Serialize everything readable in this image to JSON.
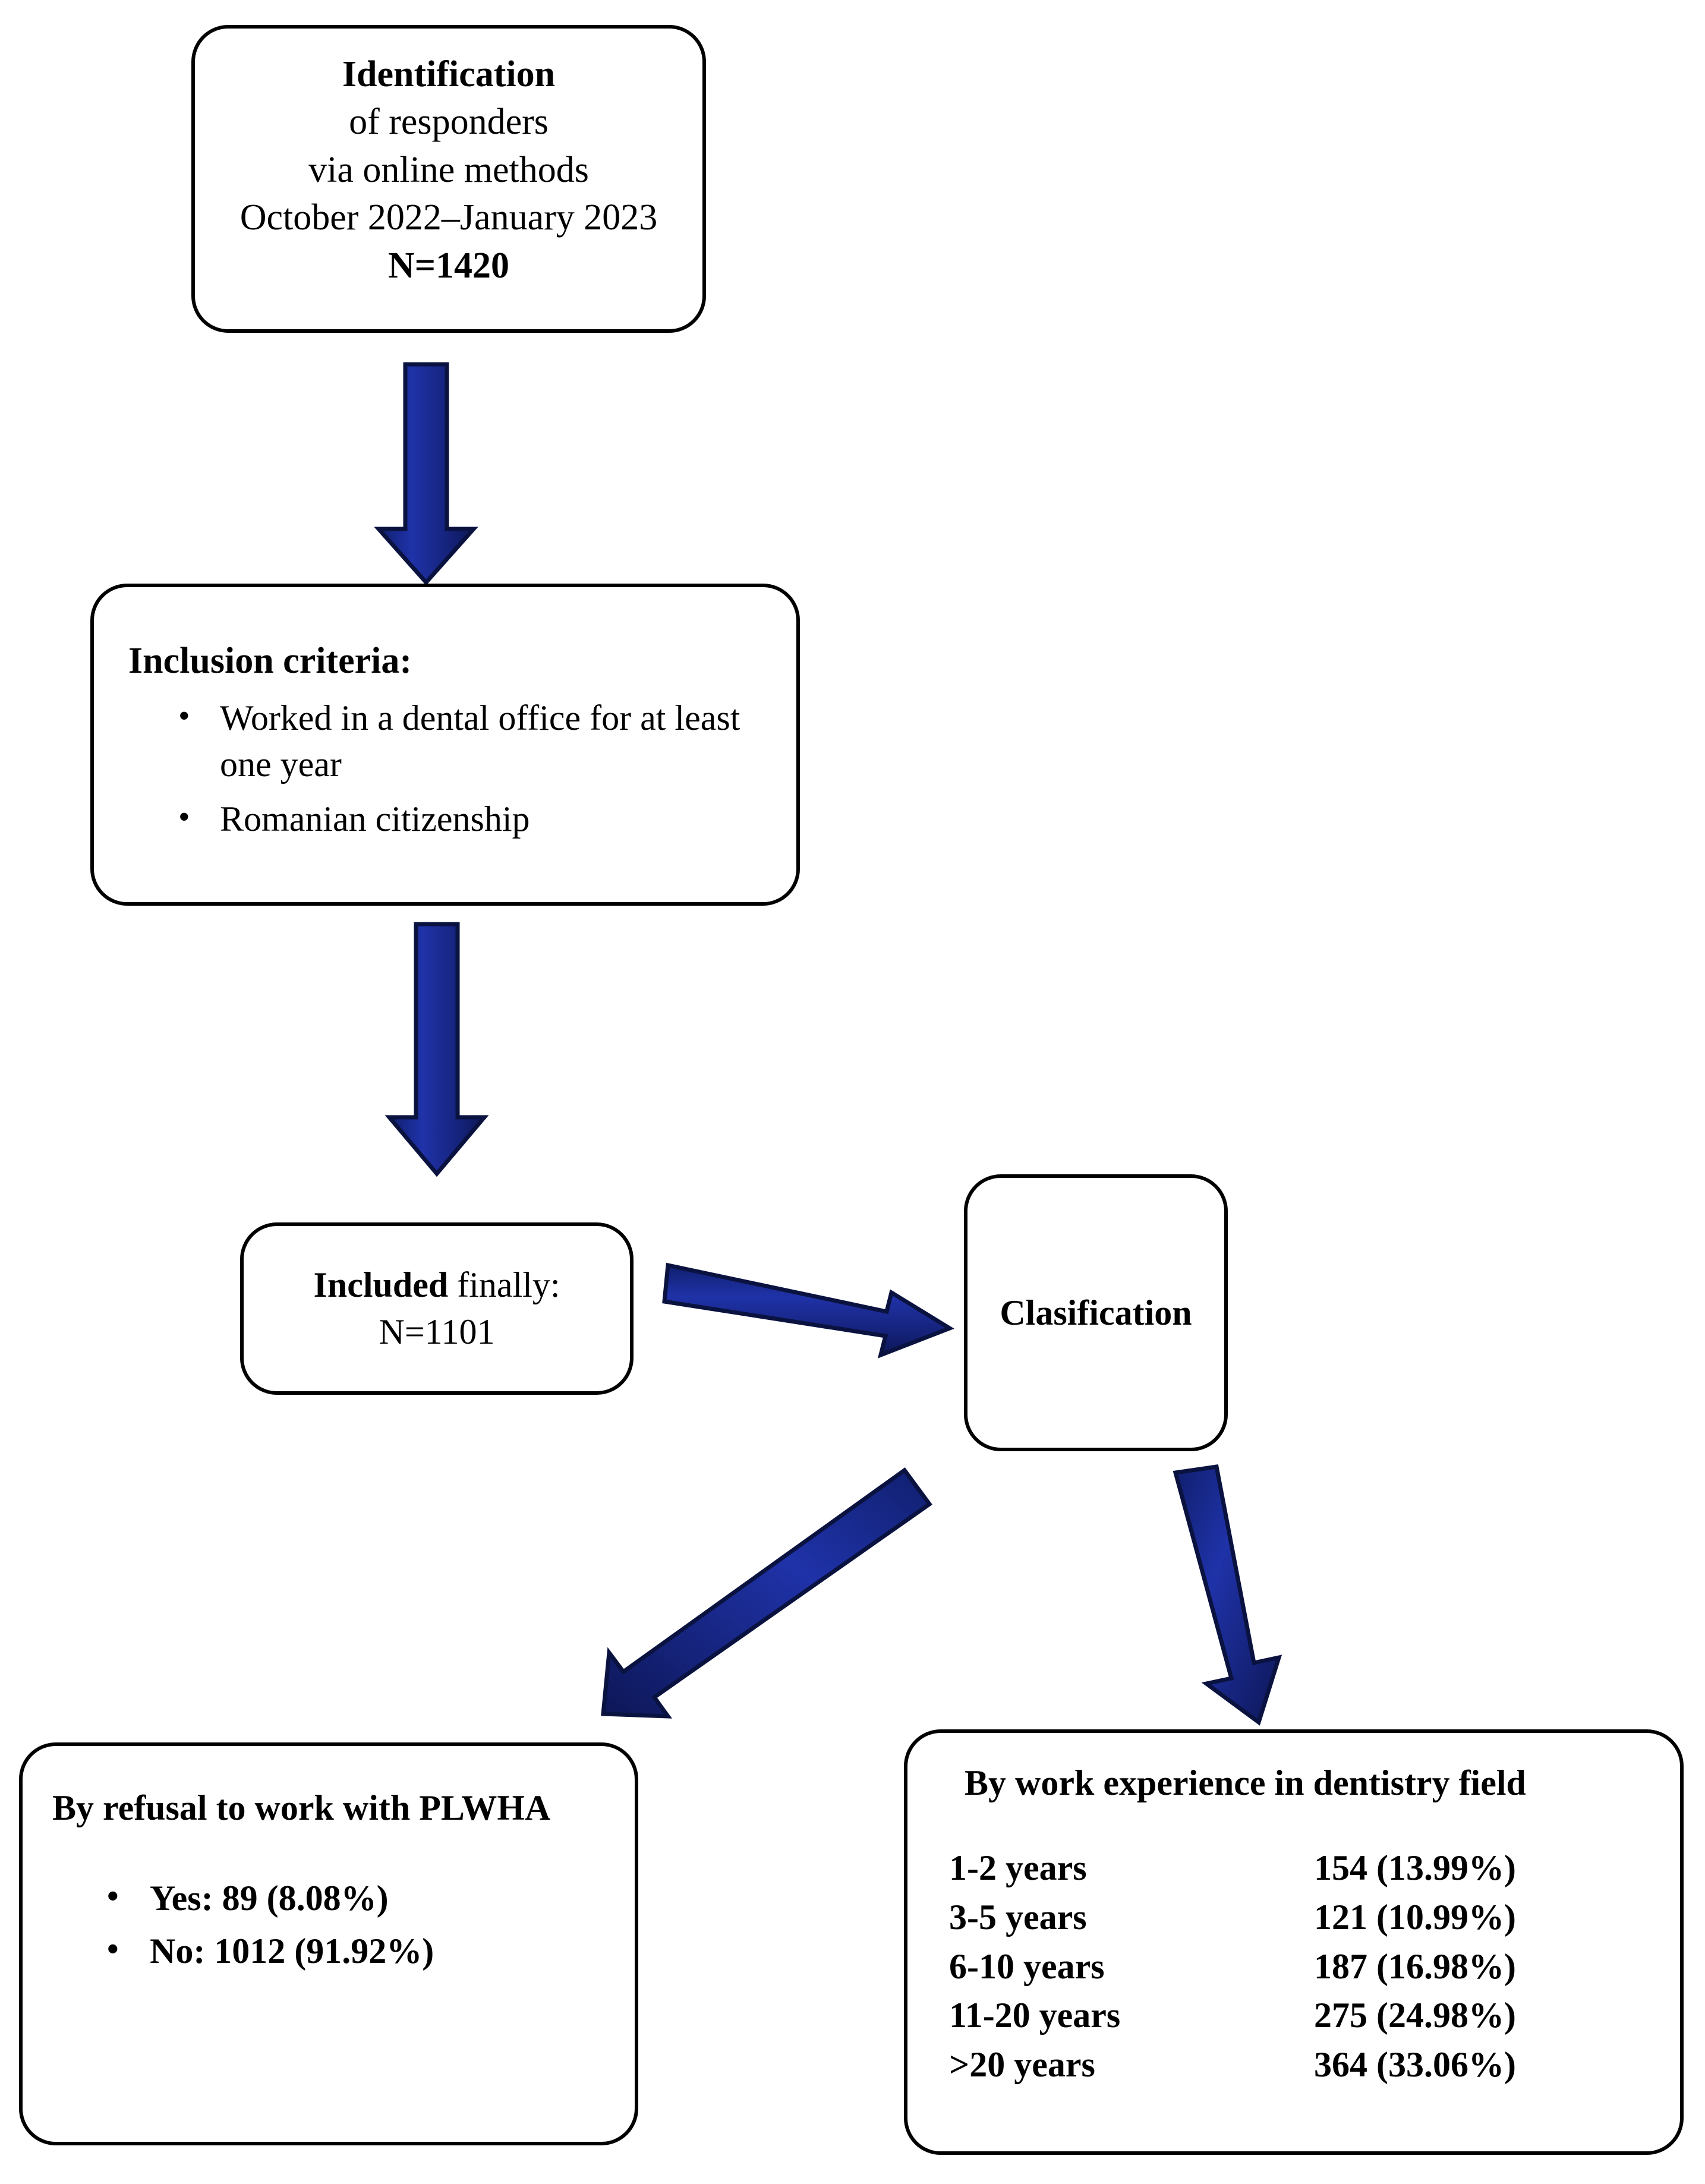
{
  "diagram": {
    "title": "Study flow diagram",
    "accent_color": "#1b2a8f",
    "border_color": "#000000",
    "background_color": "#ffffff"
  },
  "nodes": {
    "identification": {
      "lines": [
        "Identification",
        "of responders",
        "via online methods",
        "October 2022–January 2023",
        "N=1420"
      ]
    },
    "inclusion": {
      "title": "Inclusion criteria:",
      "bullet_glyph": "•",
      "items": [
        "Worked in a dental office for at least one year",
        "Romanian citizenship"
      ]
    },
    "included": {
      "label_bold": "Included",
      "label_rest": " finally:",
      "count": "N=1101"
    },
    "clasification": {
      "label": "Clasification"
    },
    "refusal": {
      "title": "By refusal to work with PLWHA",
      "bullet_glyph": "•",
      "items": [
        "Yes: 89 (8.08%)",
        "No: 1012 (91.92%)"
      ]
    },
    "experience": {
      "title": "By work experience in dentistry field",
      "rows": [
        {
          "label": "1-2 years",
          "value": "154 (13.99%)"
        },
        {
          "label": "3-5 years",
          "value": "121 (10.99%)"
        },
        {
          "label": "6-10 years",
          "value": "187 (16.98%)"
        },
        {
          "label": "11-20 years",
          "value": "275 (24.98%)"
        },
        {
          "label": ">20 years",
          "value": "364 (33.06%)"
        }
      ]
    }
  },
  "arrows": [
    {
      "name": "identification-to-inclusion",
      "direction": "down"
    },
    {
      "name": "inclusion-to-included",
      "direction": "down"
    },
    {
      "name": "included-to-clasification",
      "direction": "right"
    },
    {
      "name": "clasification-to-refusal",
      "direction": "down-left"
    },
    {
      "name": "clasification-to-experience",
      "direction": "down-right"
    }
  ],
  "chart_data": {
    "type": "table",
    "title": "By work experience in dentistry field",
    "categories": [
      "1-2 years",
      "3-5 years",
      "6-10 years",
      "11-20 years",
      ">20 years"
    ],
    "counts": [
      154,
      121,
      187,
      275,
      364
    ],
    "percents": [
      13.99,
      10.99,
      16.98,
      24.98,
      33.06
    ],
    "total": 1101,
    "secondary": {
      "title": "By refusal to work with PLWHA",
      "categories": [
        "Yes",
        "No"
      ],
      "counts": [
        89,
        1012
      ],
      "percents": [
        8.08,
        91.92
      ]
    },
    "screened": 1420,
    "included": 1101
  }
}
